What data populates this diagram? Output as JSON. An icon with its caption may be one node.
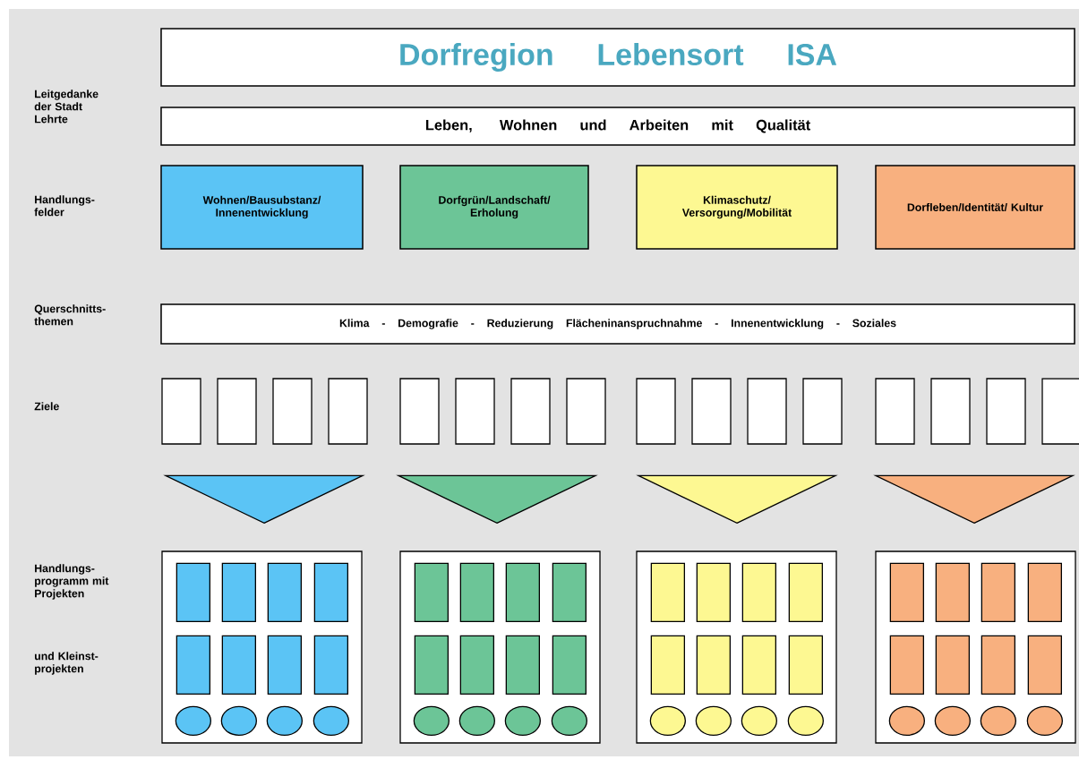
{
  "diagram": {
    "nodes": [
      {
        "text": [
          "Dorfregion Lebensort ISA"
        ]
      },
      {
        "text": [
          "Leben, Wohnen und Arbeiten mit Qualität"
        ]
      },
      {
        "text": [
          "Wohnen/Bausubstanz/ Innenentwicklung"
        ]
      },
      {
        "text": [
          "Dorfgrün/Landschaft/ Erholung"
        ]
      },
      {
        "text": [
          "Klimaschutz/ Versorgung/Mobilität"
        ]
      },
      {
        "text": [
          "Dorfleben/Identität/ Kultur"
        ]
      },
      {
        "text": [
          "Klima - Demografie - Reduzierung Flächeninanspruchnahme - Innenentwicklung - Soziales"
        ]
      },
      {
        "text": [],
        "shape": "box"
      },
      {
        "text": [],
        "shape": "box"
      },
      {
        "text": [],
        "shape": "box"
      },
      {
        "text": [],
        "shape": "box"
      },
      {
        "text": [],
        "shape": "box"
      },
      {
        "text": [],
        "shape": "box"
      },
      {
        "text": [],
        "shape": "box"
      },
      {
        "text": [],
        "shape": "box"
      },
      {
        "text": [],
        "shape": "box"
      },
      {
        "text": [],
        "shape": "box"
      },
      {
        "text": [],
        "shape": "box"
      },
      {
        "text": [],
        "shape": "box"
      },
      {
        "text": [],
        "shape": "box"
      },
      {
        "text": [],
        "shape": "box"
      },
      {
        "text": [],
        "shape": "box"
      },
      {
        "text": [],
        "shape": "box"
      },
      {
        "text": [],
        "shape": "triangle"
      },
      {
        "text": [],
        "shape": "triangle"
      },
      {
        "text": [],
        "shape": "triangle"
      },
      {
        "text": [],
        "shape": "triangle"
      },
      {
        "text": [],
        "shape": "box"
      },
      {
        "text": [],
        "shape": "box",
        "in": 27
      },
      {
        "text": [],
        "shape": "box",
        "in": 27
      },
      {
        "text": [],
        "shape": "box",
        "in": 27
      },
      {
        "text": [],
        "shape": "box",
        "in": 27
      },
      {
        "text": [],
        "shape": "box",
        "in": 27
      },
      {
        "text": [],
        "shape": "box",
        "in": 27
      },
      {
        "text": [],
        "shape": "box",
        "in": 27
      },
      {
        "text": [],
        "shape": "box",
        "in": 27
      },
      {
        "text": [],
        "shape": "circle",
        "in": 27
      },
      {
        "text": [],
        "shape": "circle",
        "in": 27
      },
      {
        "text": [],
        "shape": "circle",
        "in": 27
      },
      {
        "text": [],
        "shape": "circle",
        "in": 27
      },
      {
        "text": [],
        "shape": "box"
      },
      {
        "text": [],
        "shape": "box",
        "in": 40
      },
      {
        "text": [],
        "shape": "box",
        "in": 40
      },
      {
        "text": [],
        "shape": "box",
        "in": 40
      },
      {
        "text": [],
        "shape": "box",
        "in": 40
      },
      {
        "text": [],
        "shape": "box",
        "in": 40
      },
      {
        "text": [],
        "shape": "box",
        "in": 40
      },
      {
        "text": [],
        "shape": "box",
        "in": 40
      },
      {
        "text": [],
        "shape": "box",
        "in": 40
      },
      {
        "text": [],
        "shape": "circle",
        "in": 40
      },
      {
        "text": [],
        "shape": "circle",
        "in": 40
      },
      {
        "text": [],
        "shape": "circle",
        "in": 40
      },
      {
        "text": [],
        "shape": "circle",
        "in": 40
      },
      {
        "text": [],
        "shape": "box"
      },
      {
        "text": [],
        "shape": "box",
        "in": 53
      },
      {
        "text": [],
        "shape": "box",
        "in": 53
      },
      {
        "text": [],
        "shape": "box",
        "in": 53
      },
      {
        "text": [],
        "shape": "box",
        "in": 53
      },
      {
        "text": [],
        "shape": "box",
        "in": 53
      },
      {
        "text": [],
        "shape": "box",
        "in": 53
      },
      {
        "text": [],
        "shape": "box",
        "in": 53
      },
      {
        "text": [],
        "shape": "box",
        "in": 53
      },
      {
        "text": [],
        "shape": "circle",
        "in": 53
      },
      {
        "text": [],
        "shape": "circle",
        "in": 53
      },
      {
        "text": [],
        "shape": "circle",
        "in": 53
      },
      {
        "text": [],
        "shape": "circle",
        "in": 53
      },
      {
        "text": [],
        "shape": "box"
      },
      {
        "text": [],
        "shape": "box",
        "in": 66
      },
      {
        "text": [],
        "shape": "box",
        "in": 66
      },
      {
        "text": [],
        "shape": "box",
        "in": 66
      },
      {
        "text": [],
        "shape": "box",
        "in": 66
      },
      {
        "text": [],
        "shape": "box",
        "in": 66
      },
      {
        "text": [],
        "shape": "box",
        "in": 66
      },
      {
        "text": [],
        "shape": "box",
        "in": 66
      },
      {
        "text": [],
        "shape": "box",
        "in": 66
      },
      {
        "text": [],
        "shape": "circle",
        "in": 66
      },
      {
        "text": [],
        "shape": "circle",
        "in": 66
      },
      {
        "text": [],
        "shape": "circle",
        "in": 66
      },
      {
        "text": [],
        "shape": "circle",
        "in": 66
      }
    ],
    "labels": [
      "Leitgedanke der Stadt Lehrte",
      "Handlungs- felder",
      "Querschnitts- themen",
      "Ziele",
      "Handlungs- programm mit Projekten",
      "und Kleinst- projekten"
    ]
  }
}
